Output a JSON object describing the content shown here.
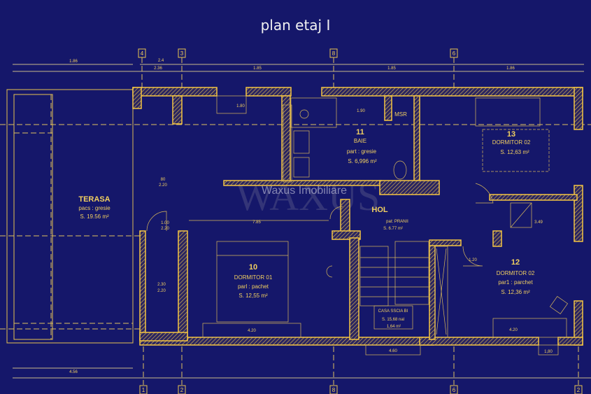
{
  "title": "plan etaj I",
  "watermark": {
    "text": "Waxus Imobiliare",
    "logo": "WAXUS"
  },
  "axes": {
    "top": [
      "4",
      "3",
      "8",
      "6"
    ],
    "bottom": [
      "1",
      "2",
      "8",
      "6",
      "2"
    ]
  },
  "dimensions": {
    "top_row1": [
      "1.86",
      "2.4"
    ],
    "top_row2": [
      "2.36",
      "1.85",
      "1.85",
      "1.86"
    ],
    "bottom": "4.56",
    "interior": [
      "1.80",
      "1.90",
      "7.85",
      "4.20",
      "4.20",
      "4.60",
      "1,80",
      "3.49",
      "1.20",
      "2.30",
      "2.20",
      "1.00",
      "2.20",
      "80",
      "2.20"
    ]
  },
  "rooms": {
    "terasa": {
      "name": "TERASA",
      "finish": "pacs : gresie",
      "area": "S.  19.56 m²"
    },
    "r10": {
      "number": "10",
      "name": "DORMITOR 01",
      "finish": "parl :  pachet",
      "area": "S.   12,55 m²"
    },
    "r11": {
      "number": "11",
      "name": "BAIE",
      "finish": "part :  gresie",
      "area": "S.    6,996 m²"
    },
    "msr": {
      "name": "MSR"
    },
    "r13": {
      "number": "13",
      "name": "DORMITOR 02",
      "area": "S.   12,63 m²"
    },
    "hol": {
      "name": "HOL",
      "finish": "pat: PRANII",
      "area": "S.   6.77 m²"
    },
    "r12": {
      "number": "12",
      "name": "DORMITOR 02",
      "finish": "par1 :  parchet",
      "area": "S.   12,36 m²"
    },
    "stairs": {
      "name": "CASA SSCIA BI",
      "area": "S.   15,68 nal",
      "area2": "1,64 m²"
    }
  },
  "colors": {
    "background": "#15176a",
    "lines": "#f5c542",
    "title": "#f2f2f2"
  }
}
